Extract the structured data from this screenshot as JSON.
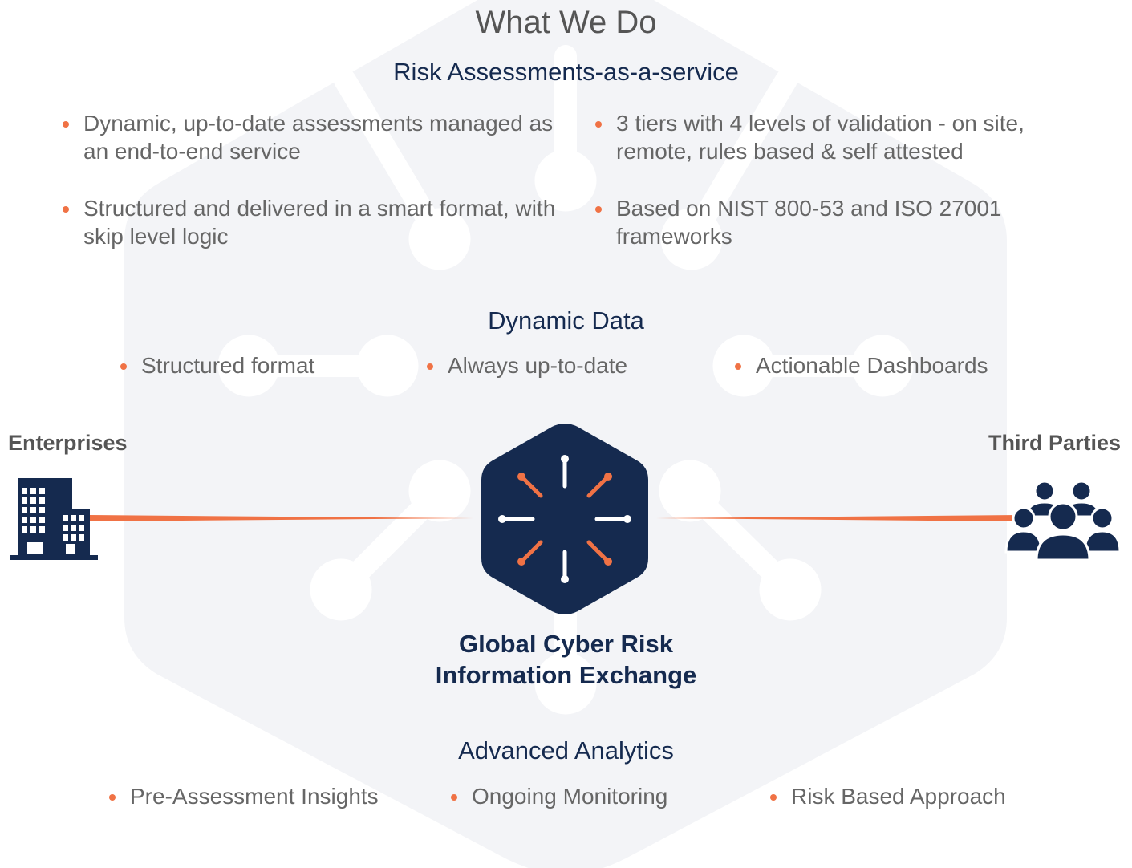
{
  "title": "What We Do",
  "risk_assessments": {
    "heading": "Risk Assessments-as-a-service",
    "bullets": [
      "Dynamic, up-to-date assessments managed as an end-to-end service",
      "3 tiers with 4 levels of validation - on site, remote, rules based & self attested",
      "Structured and delivered in a smart format, with skip level logic",
      "Based on NIST 800-53 and ISO 27001 frameworks"
    ]
  },
  "dynamic_data": {
    "heading": "Dynamic Data",
    "bullets": [
      "Structured format",
      "Always up-to-date",
      "Actionable Dashboards"
    ]
  },
  "left_party": {
    "label": "Enterprises",
    "icon": "building-icon"
  },
  "right_party": {
    "label": "Third Parties",
    "icon": "people-group-icon"
  },
  "center": {
    "line1": "Global Cyber Risk",
    "line2": "Information Exchange",
    "icon": "hexagon-network-logo-icon"
  },
  "advanced_analytics": {
    "heading": "Advanced Analytics",
    "bullets": [
      "Pre-Assessment Insights",
      "Ongoing Monitoring",
      "Risk Based Approach"
    ]
  },
  "colors": {
    "navy": "#152a4f",
    "orange": "#f07245",
    "background_shape": "#f3f4f7",
    "text_gray": "#666666"
  }
}
